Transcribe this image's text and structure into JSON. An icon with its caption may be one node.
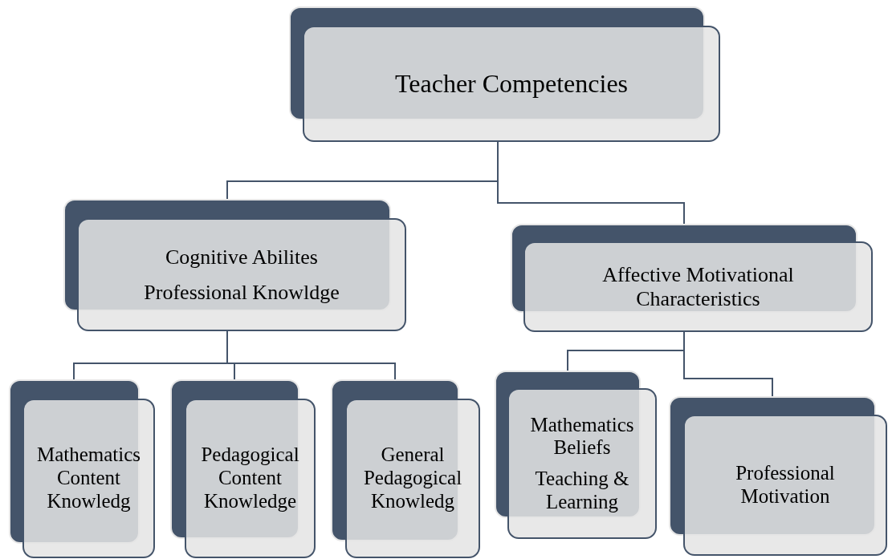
{
  "diagram": {
    "nodes": [
      {
        "text": [
          "Teacher Competencies"
        ]
      },
      {
        "text": [
          "Cognitive Abilites",
          "Professional Knowldge"
        ]
      },
      {
        "text": [
          "Affective Motivational Characteristics"
        ]
      },
      {
        "text": [
          "Mathematics Content Knowledg"
        ]
      },
      {
        "text": [
          "Pedagogical Content Knowledge"
        ]
      },
      {
        "text": [
          "General Pedagogical Knowledg"
        ]
      },
      {
        "text": [
          "Mathematics Beliefs",
          "Teaching & Learning"
        ]
      },
      {
        "text": [
          "Professional Motivation"
        ]
      }
    ],
    "edges": [
      {
        "from": 0,
        "to": 1,
        "arrow": "none"
      },
      {
        "from": 0,
        "to": 2,
        "arrow": "none"
      },
      {
        "from": 1,
        "to": 3,
        "arrow": "none"
      },
      {
        "from": 1,
        "to": 4,
        "arrow": "none"
      },
      {
        "from": 1,
        "to": 5,
        "arrow": "none"
      },
      {
        "from": 2,
        "to": 6,
        "arrow": "none"
      },
      {
        "from": 2,
        "to": 7,
        "arrow": "none"
      }
    ]
  }
}
